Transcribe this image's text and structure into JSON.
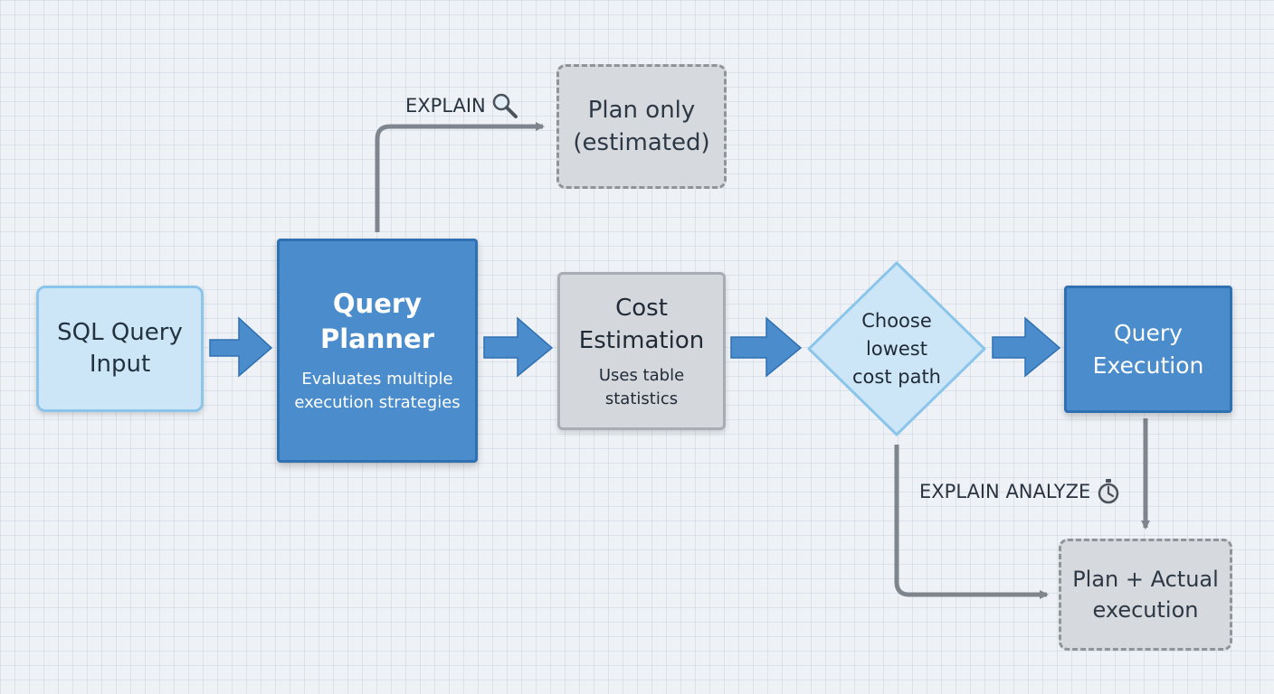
{
  "colors": {
    "block_arrow": "#4a8ccc",
    "connector": "#7e858c"
  },
  "nodes": {
    "sql_input": {
      "title": "SQL Query\nInput"
    },
    "planner": {
      "title": "Query\nPlanner",
      "subtitle": "Evaluates multiple\nexecution strategies"
    },
    "cost": {
      "title": "Cost\nEstimation",
      "subtitle": "Uses table\nstatistics"
    },
    "choose": {
      "title": "Choose\nlowest\ncost path"
    },
    "execution": {
      "title": "Query\nExecution"
    },
    "plan_only": {
      "title": "Plan only\n(estimated)"
    },
    "plan_actual": {
      "title": "Plan + Actual\nexecution"
    }
  },
  "edge_labels": {
    "explain": {
      "text": "EXPLAIN",
      "icon": "magnifier-icon"
    },
    "explain_analyze": {
      "text": "EXPLAIN ANALYZE",
      "icon": "stopwatch-icon"
    }
  }
}
